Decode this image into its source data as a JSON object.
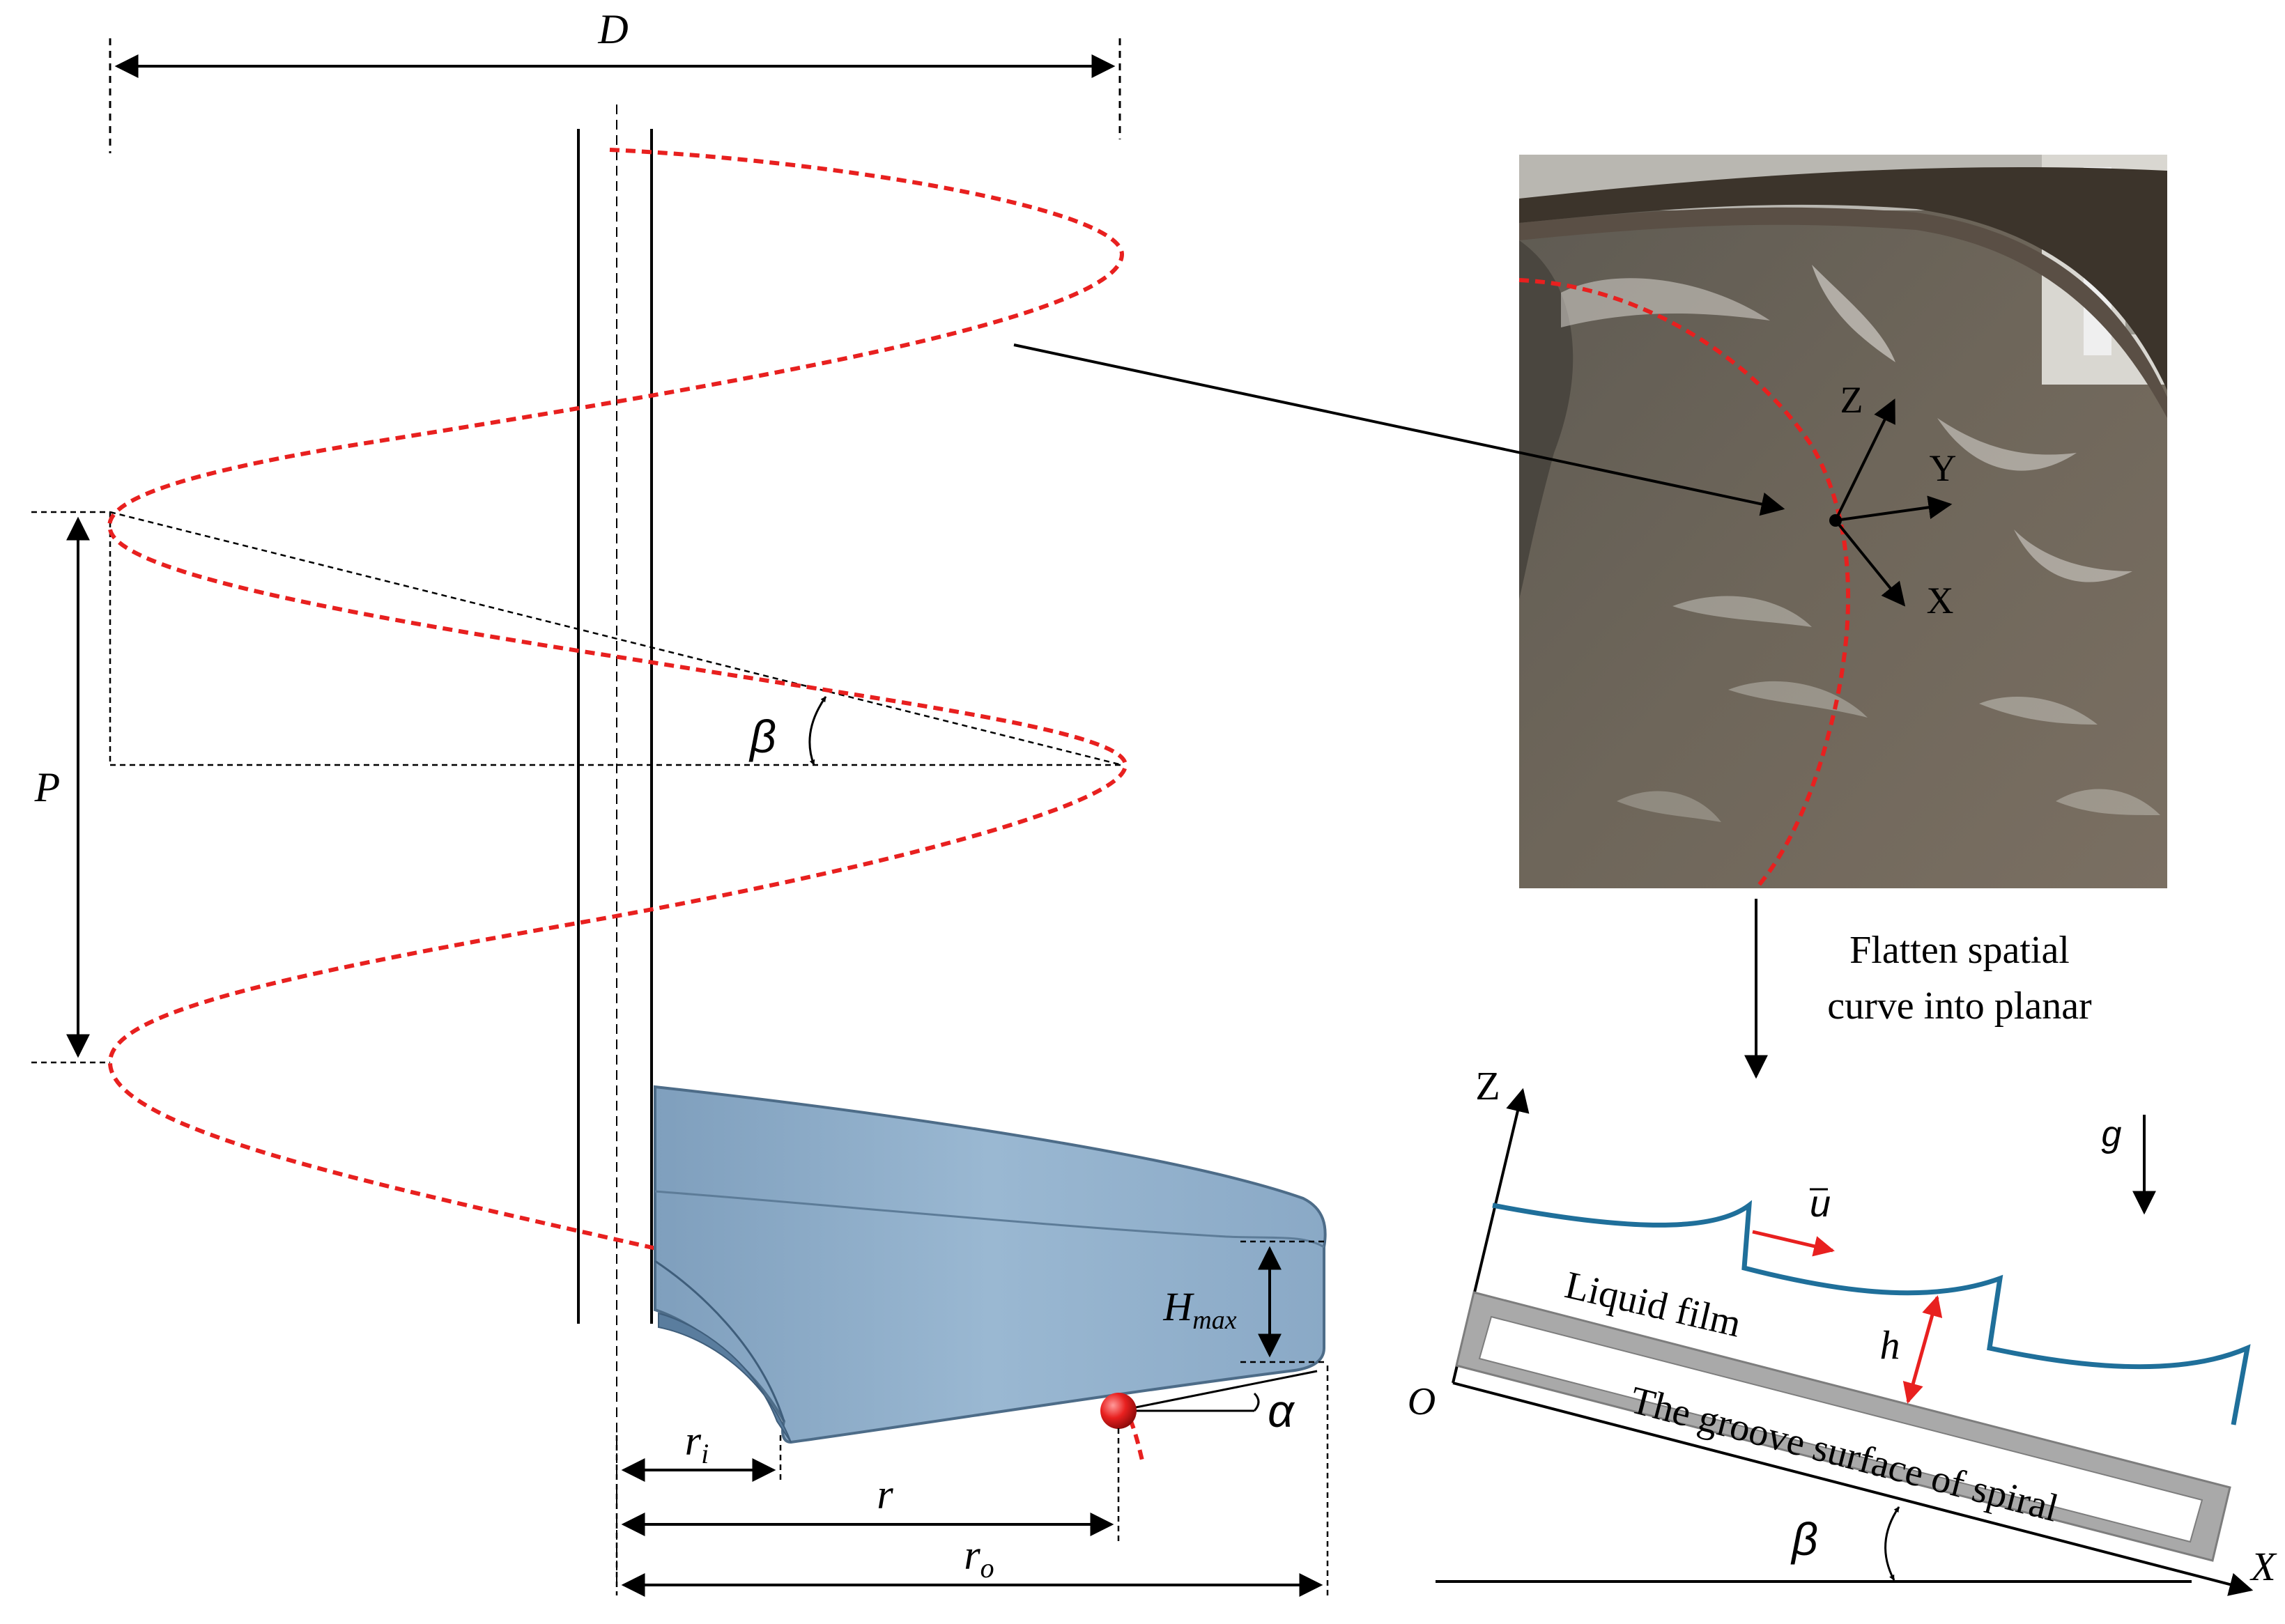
{
  "labels": {
    "D": "D",
    "P": "P",
    "beta": "β",
    "H_main": "H",
    "H_sub": "max",
    "alpha": "α",
    "r_i_main": "r",
    "r_i_sub": "i",
    "r": "r",
    "r_o_main": "r",
    "r_o_sub": "o",
    "photo_Z": "Z",
    "photo_Y": "Y",
    "photo_X": "X",
    "flatten_line1": "Flatten spatial",
    "flatten_line2": "curve into planar",
    "axis_Z": "Z",
    "axis_X": "X",
    "origin": "O",
    "g": "g",
    "u": "u",
    "h": "h",
    "liquid_film": "Liquid film",
    "groove": "The groove surface of spiral",
    "beta2": "β"
  },
  "colors": {
    "helix": "#e8201f",
    "film_line": "#1f6f9a",
    "blade_fill": "#8fb0cc",
    "photo_base": "#6b6155"
  }
}
